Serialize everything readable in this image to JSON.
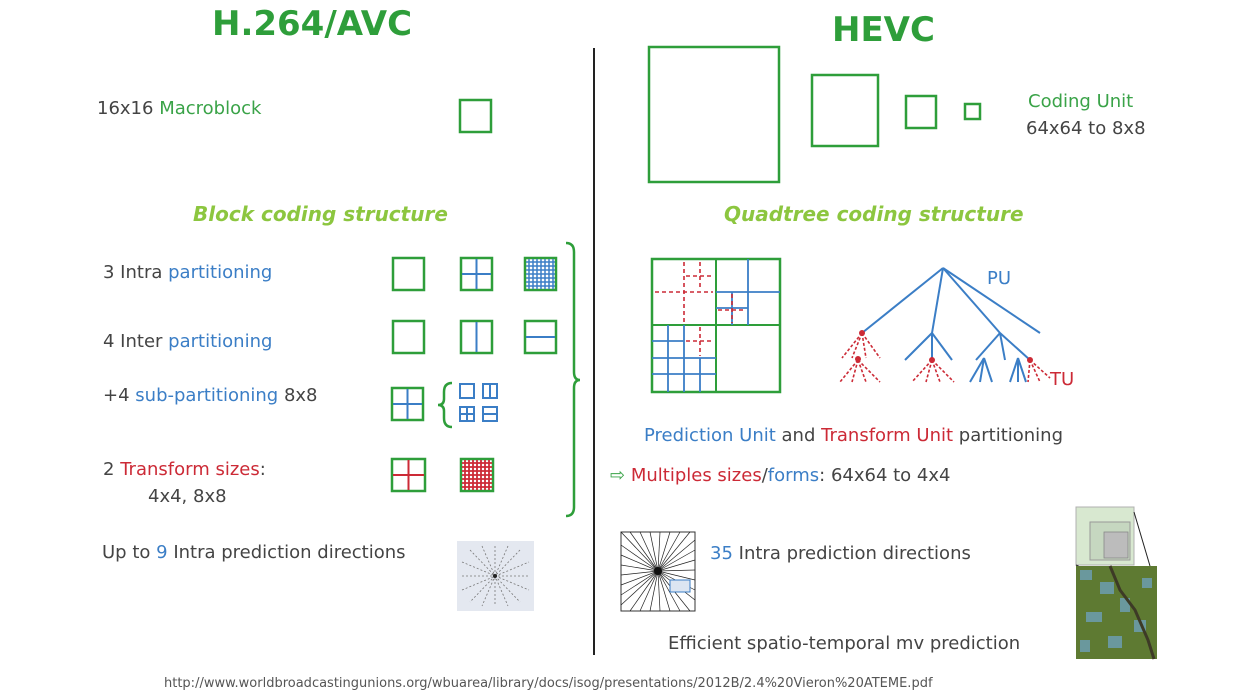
{
  "left": {
    "title": "H.264/AVC",
    "macroblock": {
      "size": "16x16",
      "label": "Macroblock"
    },
    "subtitle": "Block coding structure",
    "intra": {
      "count": "3 Intra",
      "word": "partitioning"
    },
    "inter": {
      "count": "4 Inter",
      "word": "partitioning"
    },
    "sub": {
      "prefix": "+4",
      "word": "sub-partitioning",
      "suffix": "8x8"
    },
    "transform": {
      "count": "2",
      "word": "Transform sizes",
      "colon": ":",
      "sizes": "4x4, 8x8"
    },
    "intra_dir": {
      "prefix": "Up to",
      "num": "9",
      "suffix": "Intra prediction directions"
    }
  },
  "right": {
    "title": "HEVC",
    "cu": {
      "label": "Coding Unit",
      "range": "64x64 to 8x8"
    },
    "subtitle": "Quadtree coding structure",
    "tree": {
      "pu": "PU",
      "tu": "TU"
    },
    "pu_tu": {
      "pu": "Prediction Unit",
      "and": "and",
      "tu": "Transform Unit",
      "rest": "partitioning"
    },
    "multiples": {
      "arrow": "⇨",
      "sizes": "Multiples sizes",
      "slash": "/",
      "forms": "forms",
      "rest": ":  64x64 to 4x4"
    },
    "intra_dir": {
      "num": "35",
      "suffix": "Intra prediction directions"
    },
    "mv": "Efficient spatio-temporal mv prediction"
  },
  "source_url": "http://www.worldbroadcastingunions.org/wbuarea/library/docs/isog/presentations/2012B/2.4%20Vieron%20ATEME.pdf",
  "colors": {
    "green": "#2e9e3a",
    "light_green": "#8cc63f",
    "blue": "#3b7ec6",
    "red": "#cc2a36"
  }
}
